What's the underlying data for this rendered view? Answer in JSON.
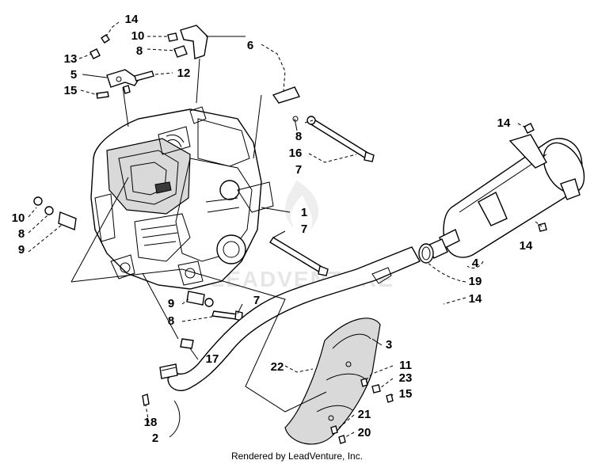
{
  "diagram": {
    "callouts": [
      {
        "id": "c14a",
        "text": "14"
      },
      {
        "id": "c10a",
        "text": "10"
      },
      {
        "id": "c8a",
        "text": "8"
      },
      {
        "id": "c6",
        "text": "6"
      },
      {
        "id": "c13",
        "text": "13"
      },
      {
        "id": "c5",
        "text": "5"
      },
      {
        "id": "c12",
        "text": "12"
      },
      {
        "id": "c15a",
        "text": "15"
      },
      {
        "id": "c8b",
        "text": "8"
      },
      {
        "id": "c16",
        "text": "16"
      },
      {
        "id": "c7a",
        "text": "7"
      },
      {
        "id": "c14b",
        "text": "14"
      },
      {
        "id": "c10b",
        "text": "10"
      },
      {
        "id": "c8c",
        "text": "8"
      },
      {
        "id": "c9a",
        "text": "9"
      },
      {
        "id": "c1",
        "text": "1"
      },
      {
        "id": "c7b",
        "text": "7"
      },
      {
        "id": "c14c",
        "text": "14"
      },
      {
        "id": "c4",
        "text": "4"
      },
      {
        "id": "c19",
        "text": "19"
      },
      {
        "id": "c14d",
        "text": "14"
      },
      {
        "id": "c9b",
        "text": "9"
      },
      {
        "id": "c7c",
        "text": "7"
      },
      {
        "id": "c8d",
        "text": "8"
      },
      {
        "id": "c3",
        "text": "3"
      },
      {
        "id": "c17",
        "text": "17"
      },
      {
        "id": "c22",
        "text": "22"
      },
      {
        "id": "c11",
        "text": "11"
      },
      {
        "id": "c23",
        "text": "23"
      },
      {
        "id": "c15b",
        "text": "15"
      },
      {
        "id": "c21",
        "text": "21"
      },
      {
        "id": "c20",
        "text": "20"
      },
      {
        "id": "c18",
        "text": "18"
      },
      {
        "id": "c2",
        "text": "2"
      }
    ],
    "watermark": "LEADVENTURE",
    "credit": "Rendered by LeadVenture, Inc."
  }
}
